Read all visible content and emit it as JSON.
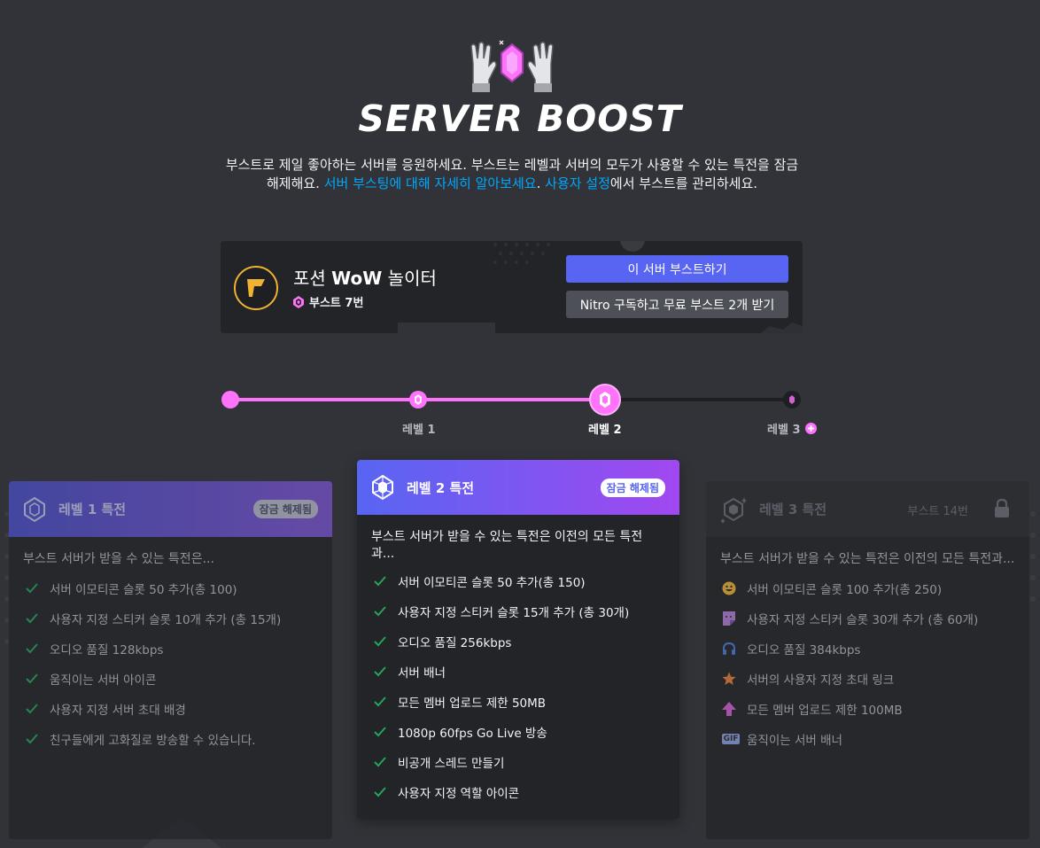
{
  "header": {
    "title": "SERVER BOOST",
    "desc_part1": "부스트로 제일 좋아하는 서버를 응원하세요. 부스트는 레벨과 서버의 모두가 사용할 수 있는 특전을 잠금 해제해요. ",
    "desc_link1": "서버 부스팅에 대해 자세히 알아보세요",
    "desc_part2": ". ",
    "desc_link2": "사용자 설정",
    "desc_part3": "에서 부스트를 관리하세요."
  },
  "server": {
    "name_prefix": "포션 ",
    "name_bold": "WoW",
    "name_suffix": " 놀이터",
    "boost_count": "부스트 7번",
    "boost_button": "이 서버 부스트하기",
    "nitro_button": "Nitro 구독하고 무료 부스트 2개 받기"
  },
  "progress": {
    "level1": "레벨 1",
    "level2": "레벨 2",
    "level3": "레벨 3",
    "current_level": 2
  },
  "cards": [
    {
      "title": "레벨 1 특전",
      "badge": "잠금 해제됨",
      "intro": "부스트 서버가 받을 수 있는 특전은...",
      "perks": [
        "서버 이모티콘 슬롯 50 추가(총 100)",
        "사용자 지정 스티커 슬롯 10개 추가 (총 15개)",
        "오디오 품질 128kbps",
        "움직이는 서버 아이콘",
        "사용자 지정 서버 초대 배경",
        "친구들에게 고화질로 방송할 수 있습니다."
      ]
    },
    {
      "title": "레벨 2 특전",
      "badge": "잠금 해제됨",
      "intro": "부스트 서버가 받을 수 있는 특전은 이전의 모든 특전과...",
      "perks": [
        "서버 이모티콘 슬롯 50 추가(총 150)",
        "사용자 지정 스티커 슬롯 15개 추가 (총 30개)",
        "오디오 품질 256kbps",
        "서버 배너",
        "모든 멤버 업로드 제한 50MB",
        "1080p 60fps Go Live 방송",
        "비공개 스레드 만들기",
        "사용자 지정 역할 아이콘"
      ]
    },
    {
      "title": "레벨 3 특전",
      "badge": "부스트 14번",
      "intro": "부스트 서버가 받을 수 있는 특전은 이전의 모든 특전과...",
      "perks": [
        "서버 이모티콘 슬롯 100 추가(총 250)",
        "사용자 지정 스티커 슬롯 30개 추가 (총 60개)",
        "오디오 품질 384kbps",
        "서버의 사용자 지정 초대 링크",
        "모든 멤버 업로드 제한 100MB",
        "움직이는 서버 배너"
      ],
      "perk_icons": [
        "emoji-icon",
        "sticker-icon",
        "headphones-icon",
        "star-icon",
        "upload-arrow-icon",
        "gif-icon"
      ],
      "gif_label": "GIF"
    }
  ],
  "colors": {
    "accent": "#5865f2",
    "pink": "#ff73fa",
    "link": "#00a8fc",
    "check": "#23a55a",
    "bg": "#313338"
  }
}
